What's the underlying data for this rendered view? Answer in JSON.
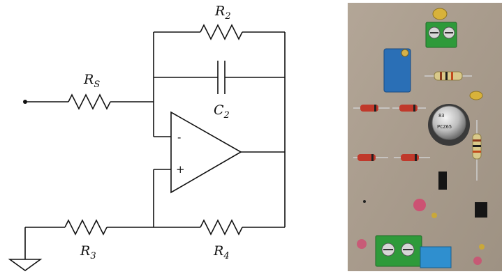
{
  "schematic": {
    "labels": {
      "rs": {
        "main": "R",
        "sub": "S"
      },
      "r2": {
        "main": "R",
        "sub": "2"
      },
      "c2": {
        "main": "C",
        "sub": "2"
      },
      "r3": {
        "main": "R",
        "sub": "3"
      },
      "r4": {
        "main": "R",
        "sub": "4"
      }
    },
    "opamp": {
      "inverting": "-",
      "noninverting": "+"
    }
  },
  "photo": {
    "chip_marking": [
      "83",
      "PCZ65"
    ]
  },
  "colors": {
    "board": "#a99c8e",
    "terminal_green": "#2e9a3a",
    "trimmer_blue": "#2a6fb6",
    "diode_red": "#c0392b",
    "resistor_body": "#d9c98a",
    "metal_can": "#cfcfcf"
  }
}
